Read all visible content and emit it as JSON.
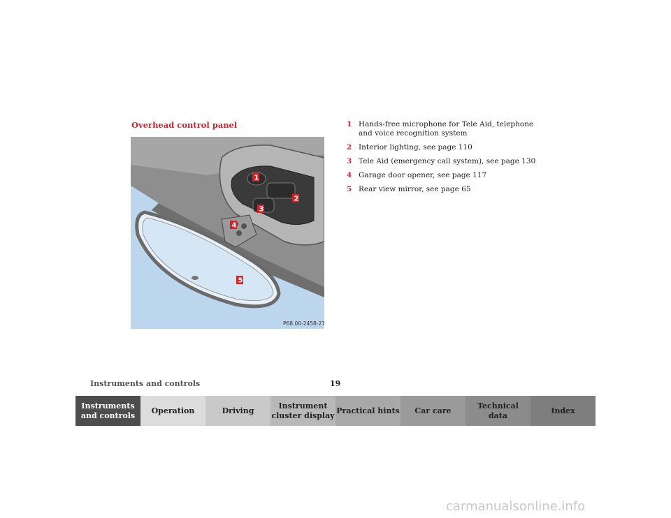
{
  "section": {
    "title": "Overhead control panel"
  },
  "figure": {
    "code": "P68.00-2458-27",
    "callouts": [
      "1",
      "2",
      "3",
      "4",
      "5"
    ]
  },
  "legend": [
    {
      "num": "1",
      "text": "Hands-free microphone for Tele Aid, telephone and voice recognition system"
    },
    {
      "num": "2",
      "text": "Interior lighting, see page 110"
    },
    {
      "num": "3",
      "text": "Tele Aid (emergency call system), see page 130"
    },
    {
      "num": "4",
      "text": "Garage door opener, see page 117"
    },
    {
      "num": "5",
      "text": "Rear view mirror, see page 65"
    }
  ],
  "footer": {
    "section_label": "Instruments and controls",
    "page_number": "19"
  },
  "nav": {
    "tabs": [
      {
        "label": "Instruments\nand controls",
        "bg": "#4d4d4d",
        "color": "#ffffff"
      },
      {
        "label": "Operation",
        "bg": "#dcdcdc",
        "color": "#222222"
      },
      {
        "label": "Driving",
        "bg": "#c9c9c9",
        "color": "#222222"
      },
      {
        "label": "Instrument\ncluster display",
        "bg": "#b8b8b8",
        "color": "#222222"
      },
      {
        "label": "Practical hints",
        "bg": "#a8a8a8",
        "color": "#222222"
      },
      {
        "label": "Car care",
        "bg": "#9a9a9a",
        "color": "#222222"
      },
      {
        "label": "Technical\ndata",
        "bg": "#8c8c8c",
        "color": "#222222"
      },
      {
        "label": "Index",
        "bg": "#7e7e7e",
        "color": "#222222"
      }
    ]
  },
  "watermark": "carmanualsonline.info",
  "colors": {
    "accent": "#d2232a",
    "figure_sky": "#bcd6ee",
    "figure_panel": "#8a8a8a"
  }
}
